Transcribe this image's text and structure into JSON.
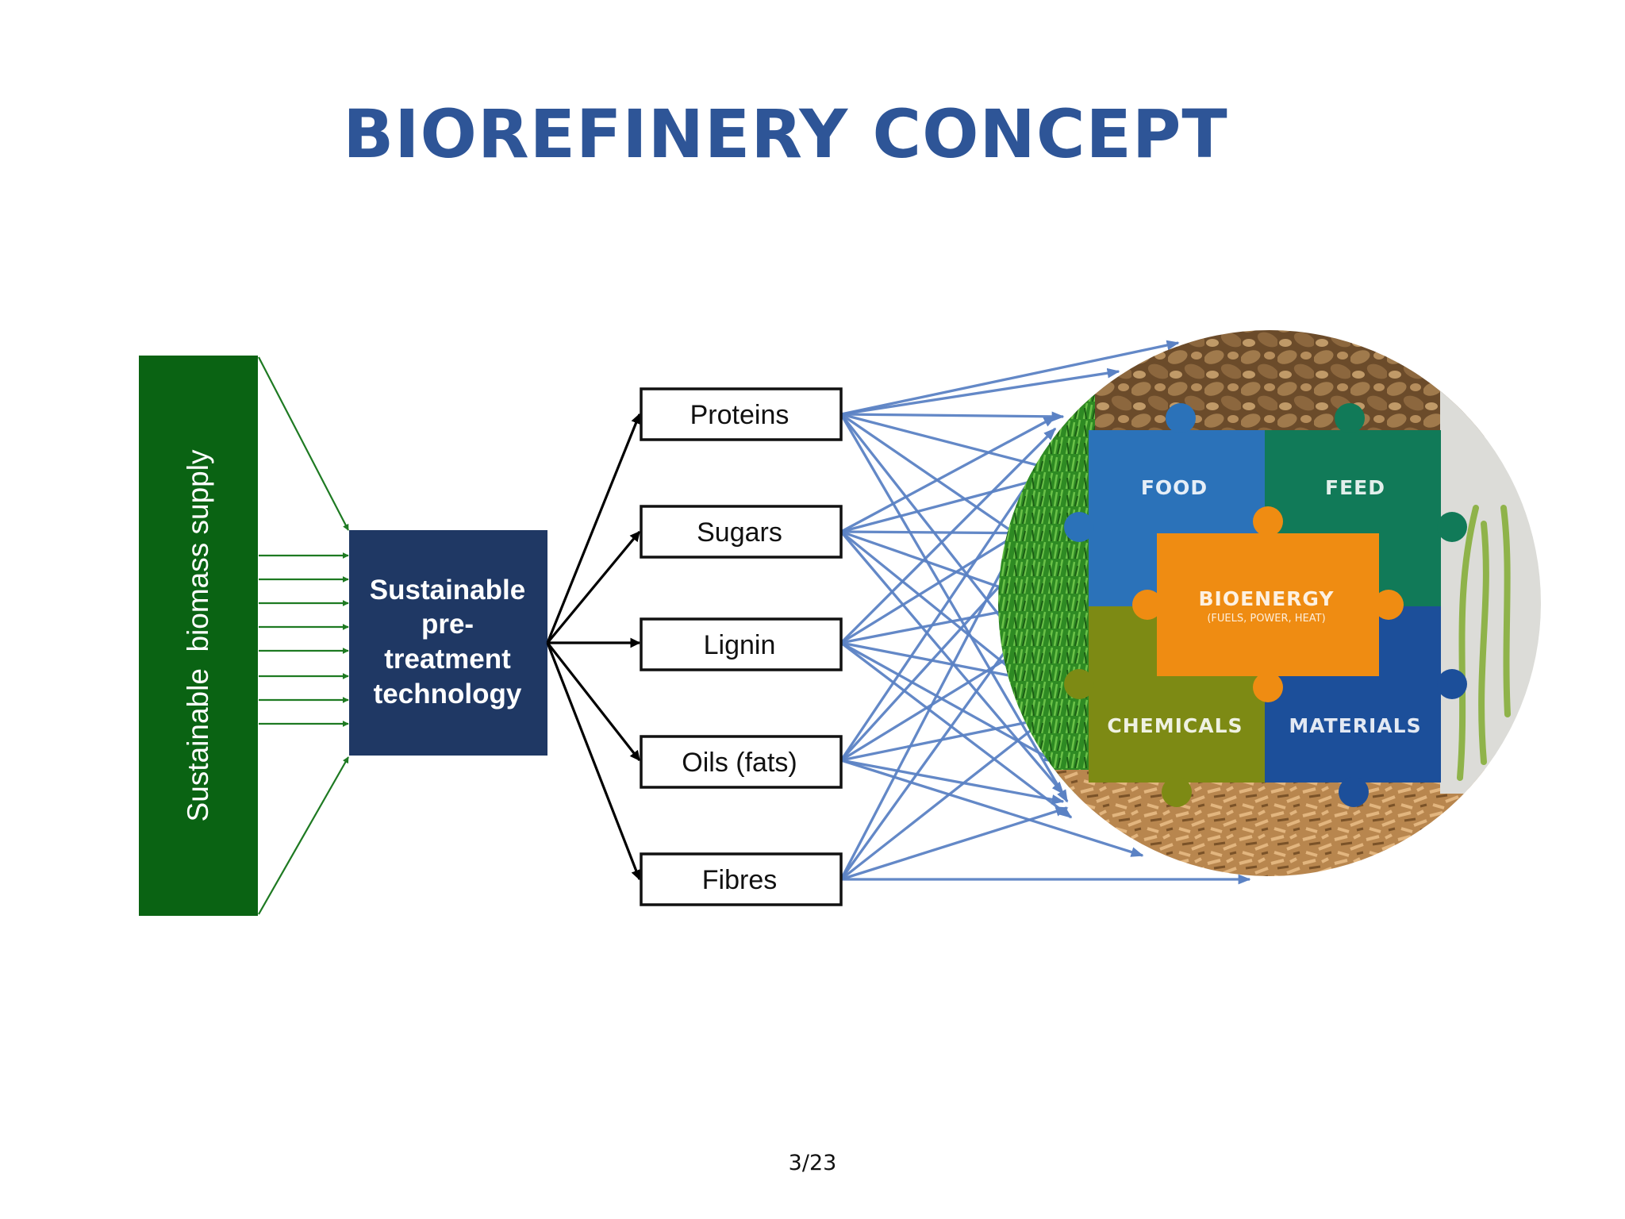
{
  "title": "BIOREFINERY CONCEPT",
  "supply": {
    "label": "Sustainable  biomass supply",
    "color": "#0a6313"
  },
  "technology": {
    "lines": [
      "Sustainable",
      "pre-",
      "treatment",
      "technology"
    ],
    "color": "#1f3864"
  },
  "components": [
    "Proteins",
    "Sugars",
    "Lignin",
    "Oils (fats)",
    "Fibres"
  ],
  "products": {
    "food": "FOOD",
    "feed": "FEED",
    "bioenergy": "BIOENERGY",
    "bioenergy_sub": "(FUELS, POWER, HEAT)",
    "chemicals": "CHEMICALS",
    "materials": "MATERIALS"
  },
  "colors": {
    "title": "#2e5597",
    "green_arrow": "#1e7a22",
    "blue_arrow": "#5b82c4",
    "food": "#2b72b9",
    "feed": "#117a58",
    "bioenergy": "#ef8c12",
    "chemicals": "#7d8a14",
    "materials": "#1c4f9a"
  },
  "page_number": "3/23"
}
